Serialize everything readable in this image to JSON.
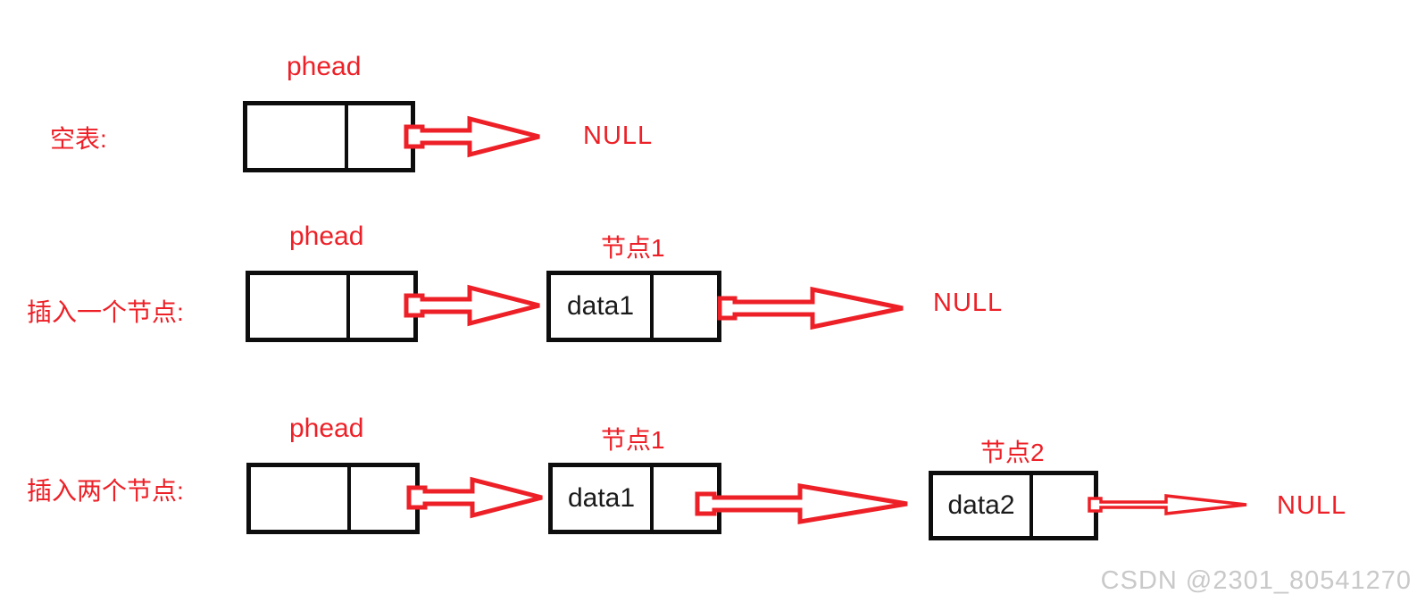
{
  "title": "linked-list-insertion-diagram",
  "colors": {
    "accent_red": "#ed2027",
    "box_black": "#0d0d0d",
    "watermark_gray": "#c9c9c9",
    "background": "#ffffff"
  },
  "rows": [
    {
      "label": "空表:",
      "pointer_label": "phead",
      "null_label": "NULL",
      "nodes": []
    },
    {
      "label": "插入一个节点:",
      "pointer_label": "phead",
      "null_label": "NULL",
      "nodes": [
        {
          "title": "节点1",
          "data": "data1"
        }
      ]
    },
    {
      "label": "插入两个节点:",
      "pointer_label": "phead",
      "null_label": "NULL",
      "nodes": [
        {
          "title": "节点1",
          "data": "data1"
        },
        {
          "title": "节点2",
          "data": "data2"
        }
      ]
    }
  ],
  "watermark": "CSDN @2301_80541270"
}
